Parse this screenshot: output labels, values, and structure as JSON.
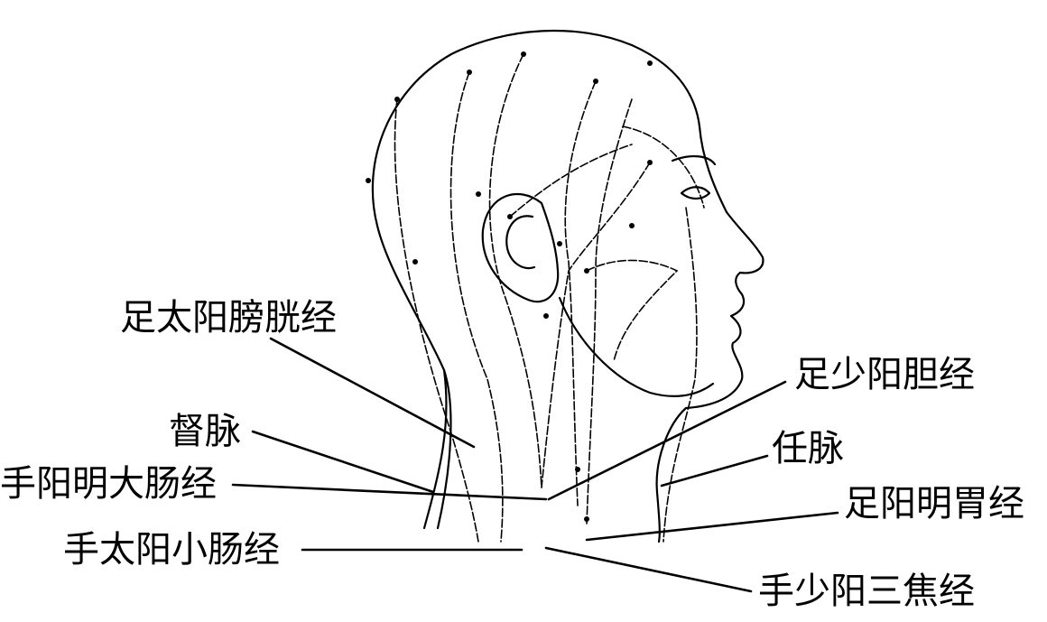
{
  "labels": {
    "zu_taiyang_pangguang": "足太阳膀胱经",
    "du_mai": "督脉",
    "shou_yangming_dachang": "手阳明大肠经",
    "shou_taiyang_xiaochang": "手太阳小肠经",
    "zu_shaoyang_dan": "足少阳胆经",
    "ren_mai": "任脉",
    "zu_yangming_wei": "足阳明胃经",
    "shou_shaoyang_sanjiao": "手少阳三焦经"
  }
}
